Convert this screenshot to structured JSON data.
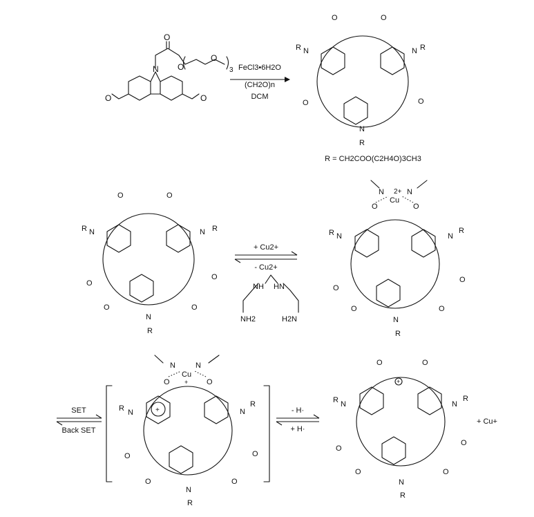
{
  "scheme": {
    "monomer": {
      "ring_n": "N",
      "carbonyl_o": "O",
      "ester_o": "O",
      "peg_o": "O",
      "repeat": "3"
    },
    "step1": {
      "reagent_1": "FeCl3•6H2O",
      "reagent_2": "(CH2O)n",
      "solvent": "DCM"
    },
    "r_definition": "R = CH2COO(C2H4O)3CH3",
    "step2": {
      "forward": "+ Cu2+",
      "reverse": "- Cu2+"
    },
    "triethylenetetramine": {
      "nh_left": "NH",
      "nh_right": "HN",
      "nh2_left": "NH2",
      "nh2_right": "H2N"
    },
    "copper_complex": {
      "metal": "Cu",
      "charge": "2+",
      "ligand_n": "N"
    },
    "step3": {
      "forward": "SET",
      "reverse": "Back SET"
    },
    "radical_cation_complex": {
      "metal": "Cu",
      "charge": "+",
      "ligand_n": "N",
      "ring_charge": "+"
    },
    "step4": {
      "forward": "- H·",
      "reverse": "+ H·"
    },
    "cation_product": {
      "charge": "+",
      "byproduct": "+ Cu+"
    },
    "atom_labels": {
      "nitrogen": "N",
      "oxygen": "O",
      "substituent": "R"
    }
  }
}
